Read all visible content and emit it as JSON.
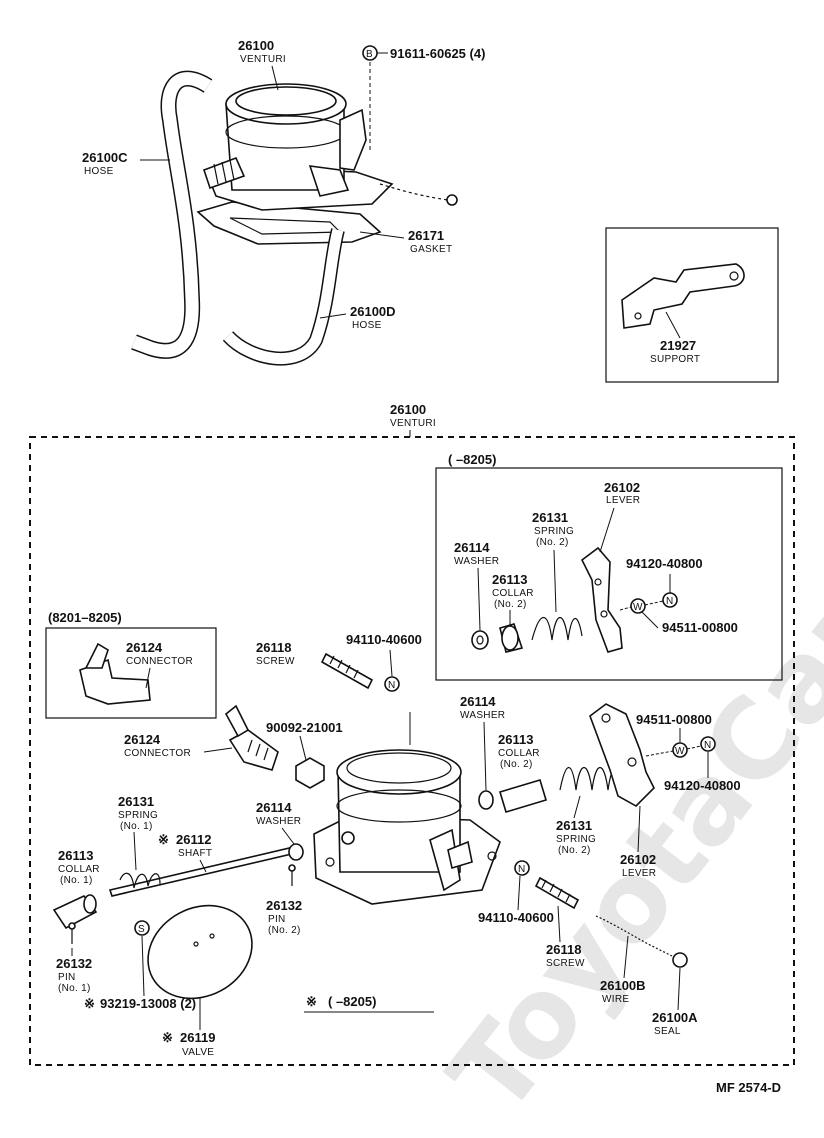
{
  "watermark": "ToyotaCarMine.ru",
  "footer": "MF  2574-D",
  "top": {
    "venturi": {
      "num": "26100",
      "name": "VENTURI"
    },
    "bolt": {
      "code": "B",
      "num": "91611-60625 (4)"
    },
    "hose_c": {
      "num": "26100C",
      "name": "HOSE"
    },
    "gasket": {
      "num": "26171",
      "name": "GASKET"
    },
    "hose_d": {
      "num": "26100D",
      "name": "HOSE"
    },
    "support": {
      "num": "21927",
      "name": "SUPPORT"
    }
  },
  "group": {
    "venturi": {
      "num": "26100",
      "name": "VENTURI"
    },
    "early_box_title": "(      –8205)",
    "early": {
      "lever": {
        "num": "26102",
        "name": "LEVER"
      },
      "spring": {
        "num": "26131",
        "name": "SPRING",
        "sub": "(No. 2)"
      },
      "washer": {
        "num": "26114",
        "name": "WASHER"
      },
      "collar": {
        "num": "26113",
        "name": "COLLAR",
        "sub": "(No. 2)"
      },
      "nut": {
        "num": "94120-40800"
      },
      "washer_w": {
        "num": "94511-00800"
      }
    },
    "conn_box_title": "(8201–8205)",
    "conn_box": {
      "num": "26124",
      "name": "CONNECTOR"
    },
    "screw_l": {
      "num": "26118",
      "name": "SCREW"
    },
    "nut_l": {
      "num": "94110-40600"
    },
    "connector": {
      "num": "26124",
      "name": "CONNECTOR"
    },
    "nut_90092": {
      "num": "90092-21001"
    },
    "washer_r": {
      "num": "26114",
      "name": "WASHER"
    },
    "collar_r": {
      "num": "26113",
      "name": "COLLAR",
      "sub": "(No. 2)"
    },
    "w_r": {
      "num": "94511-00800"
    },
    "n_r": {
      "num": "94120-40800"
    },
    "spring_r": {
      "num": "26131",
      "name": "SPRING",
      "sub": "(No. 2)"
    },
    "lever_r": {
      "num": "26102",
      "name": "LEVER"
    },
    "spring_l": {
      "num": "26131",
      "name": "SPRING",
      "sub": "(No. 1)"
    },
    "shaft": {
      "num": "26112",
      "name": "SHAFT"
    },
    "washer_m": {
      "num": "26114",
      "name": "WASHER"
    },
    "collar_l": {
      "num": "26113",
      "name": "COLLAR",
      "sub": "(No. 1)"
    },
    "pin2": {
      "num": "26132",
      "name": "PIN",
      "sub": "(No. 2)"
    },
    "pin1": {
      "num": "26132",
      "name": "PIN",
      "sub": "(No. 1)"
    },
    "screw_s": {
      "code": "S",
      "num": "93219-13008 (2)"
    },
    "valve": {
      "num": "26119",
      "name": "VALVE"
    },
    "note": "(      –8205)",
    "nut_b": {
      "num": "94110-40600"
    },
    "screw_b": {
      "num": "26118",
      "name": "SCREW"
    },
    "wire": {
      "num": "26100B",
      "name": "WIRE"
    },
    "seal": {
      "num": "26100A",
      "name": "SEAL"
    }
  }
}
